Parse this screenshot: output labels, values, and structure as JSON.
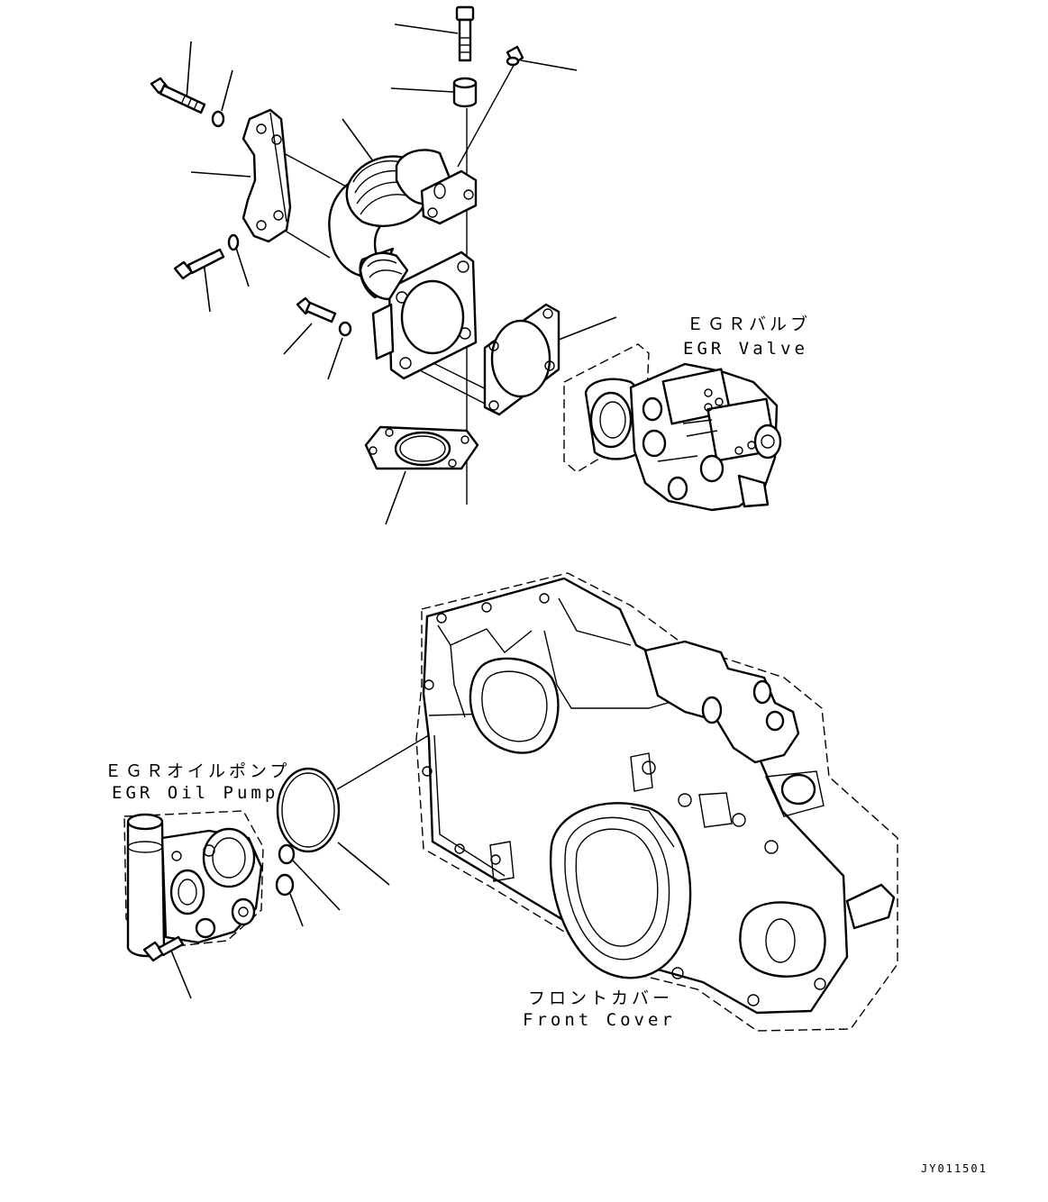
{
  "labels": {
    "egr_valve_ja": "ＥＧＲバルブ",
    "egr_valve_en": "EGR Valve",
    "egr_oil_pump_ja": "ＥＧＲオイルポンプ",
    "egr_oil_pump_en": "EGR Oil Pump",
    "front_cover_ja": "フロントカバー",
    "front_cover_en": "Front Cover"
  },
  "drawing_code": "JY011501"
}
